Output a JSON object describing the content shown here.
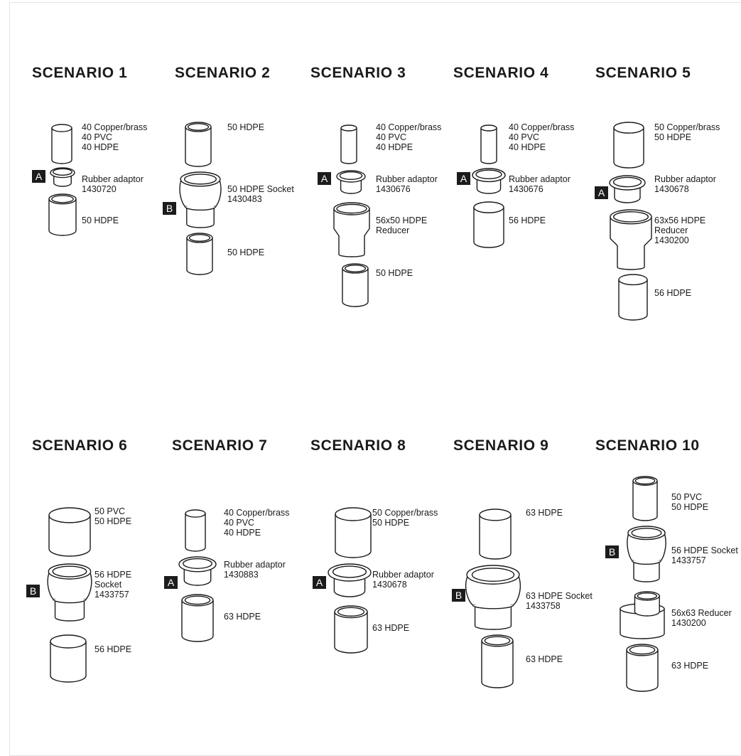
{
  "scenarios": [
    {
      "title": "SCENARIO 1",
      "labels": [
        [
          "40 Copper/brass",
          "40 PVC",
          "40 HDPE"
        ],
        [
          "Rubber adaptor",
          "1430720"
        ],
        [
          "50 HDPE"
        ]
      ],
      "badges": [
        "A"
      ]
    },
    {
      "title": "SCENARIO 2",
      "labels": [
        [
          "50 HDPE"
        ],
        [
          "50 HDPE Socket",
          "1430483"
        ],
        [
          "50 HDPE"
        ]
      ],
      "badges": [
        "B"
      ]
    },
    {
      "title": "SCENARIO 3",
      "labels": [
        [
          "40 Copper/brass",
          "40 PVC",
          "40 HDPE"
        ],
        [
          "Rubber adaptor",
          "1430676"
        ],
        [
          "56x50 HDPE",
          "Reducer"
        ],
        [
          "50 HDPE"
        ]
      ],
      "badges": [
        "A"
      ]
    },
    {
      "title": "SCENARIO 4",
      "labels": [
        [
          "40 Copper/brass",
          "40 PVC",
          "40 HDPE"
        ],
        [
          "Rubber adaptor",
          "1430676"
        ],
        [
          "56 HDPE"
        ]
      ],
      "badges": [
        "A"
      ]
    },
    {
      "title": "SCENARIO 5",
      "labels": [
        [
          "50 Copper/brass",
          "50 HDPE"
        ],
        [
          "Rubber adaptor",
          "1430678"
        ],
        [
          "63x56 HDPE",
          "Reducer",
          "1430200"
        ],
        [
          "56 HDPE"
        ]
      ],
      "badges": [
        "A"
      ]
    },
    {
      "title": "SCENARIO 6",
      "labels": [
        [
          "50 PVC",
          "50 HDPE"
        ],
        [
          "56 HDPE",
          "Socket",
          "1433757"
        ],
        [
          "56 HDPE"
        ]
      ],
      "badges": [
        "B"
      ]
    },
    {
      "title": "SCENARIO 7",
      "labels": [
        [
          "40 Copper/brass",
          "40 PVC",
          "40 HDPE"
        ],
        [
          "Rubber adaptor",
          "1430883"
        ],
        [
          "63 HDPE"
        ]
      ],
      "badges": [
        "A"
      ]
    },
    {
      "title": "SCENARIO 8",
      "labels": [
        [
          "50 Copper/brass",
          "50 HDPE"
        ],
        [
          "Rubber adaptor",
          "1430678"
        ],
        [
          "63 HDPE"
        ]
      ],
      "badges": [
        "A"
      ]
    },
    {
      "title": "SCENARIO 9",
      "labels": [
        [
          "63 HDPE"
        ],
        [
          "63 HDPE Socket",
          "1433758"
        ],
        [
          "63 HDPE"
        ]
      ],
      "badges": [
        "B"
      ]
    },
    {
      "title": "SCENARIO 10",
      "labels": [
        [
          "50 PVC",
          "50 HDPE"
        ],
        [
          "56 HDPE Socket",
          "1433757"
        ],
        [
          "56x63 Reducer",
          "1430200"
        ],
        [
          "63 HDPE"
        ]
      ],
      "badges": [
        "B"
      ]
    }
  ]
}
